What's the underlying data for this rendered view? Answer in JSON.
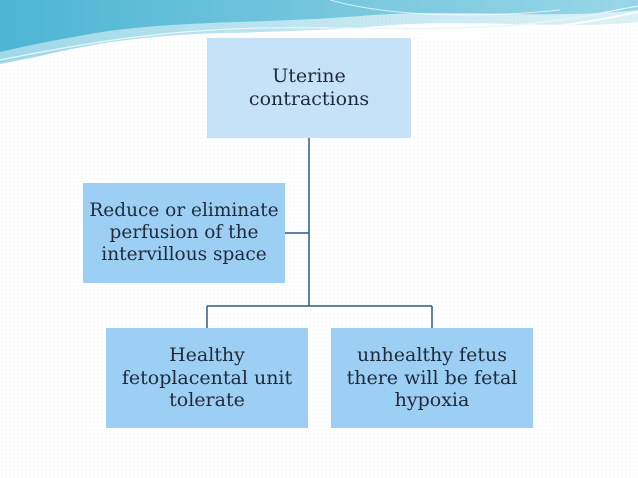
{
  "diagram": {
    "nodes": {
      "top": "Uterine\ncontractions",
      "side": "Reduce or eliminate\nperfusion of the\nintervillous space",
      "left": "Healthy\nfetoplacental unit\ntolerate",
      "right": "unhealthy fetus\nthere will be fetal\nhypoxia"
    },
    "colors": {
      "top_node": "#c6e2f8",
      "child_nodes": "#9ccff3",
      "connector": "#2a5a85",
      "wave": "#5cc2dd"
    }
  }
}
